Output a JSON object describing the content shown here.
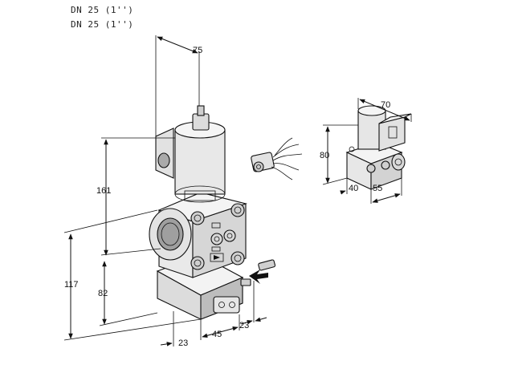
{
  "header": {
    "line1": "DN 25 (1'')",
    "line2": "DN 25 (1'')"
  },
  "dimensions": {
    "top_width": "75",
    "height_161": "161",
    "height_117": "117",
    "height_82": "82",
    "bottom_23_left": "23",
    "bottom_45": "45",
    "bottom_23_right": "23",
    "inset_70": "70",
    "inset_80": "80",
    "inset_40": "40",
    "inset_55": "55"
  },
  "colors": {
    "line": "#111111",
    "face_light": "#f2f2f2",
    "face_mid": "#d9d9d9",
    "face_dark": "#a8a8a8"
  }
}
